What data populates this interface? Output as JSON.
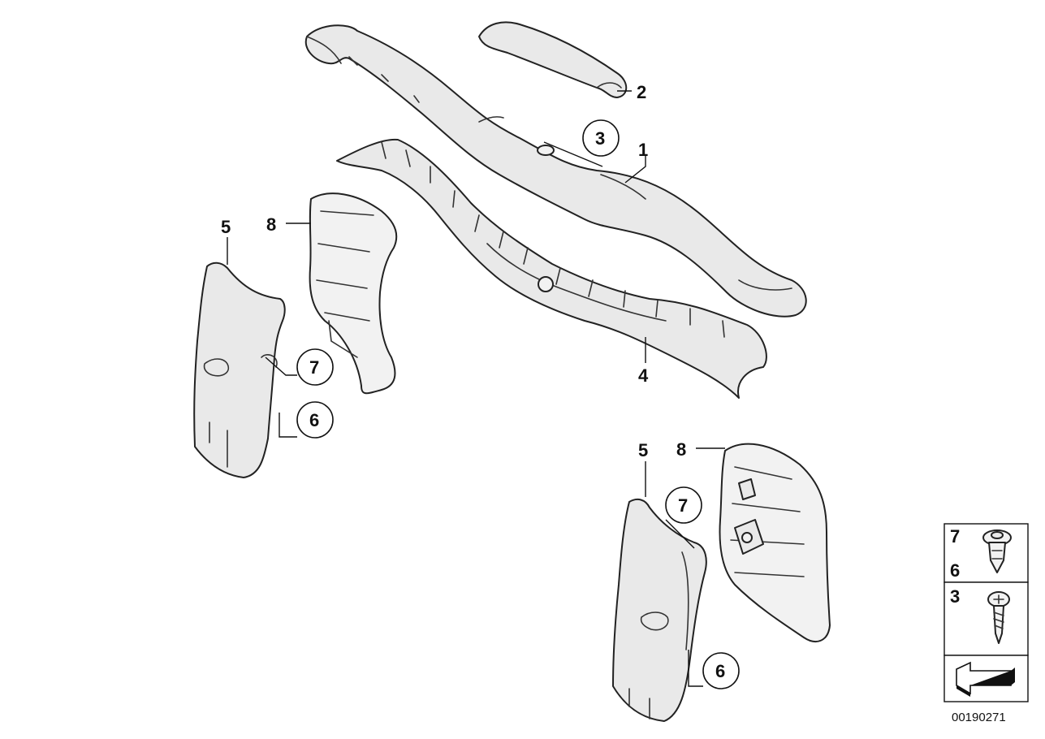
{
  "diagram": {
    "callouts": {
      "c1": "1",
      "c2": "2",
      "c3": "3",
      "c4": "4",
      "c5_left": "5",
      "c8_left": "8",
      "c7_left": "7",
      "c6_left": "6",
      "c5_right": "5",
      "c8_right": "8",
      "c7_right": "7",
      "c6_right": "6"
    },
    "legend": {
      "clip_labels": [
        "7",
        "6"
      ],
      "screw_label": "3"
    },
    "drawing_number": "00190271"
  }
}
